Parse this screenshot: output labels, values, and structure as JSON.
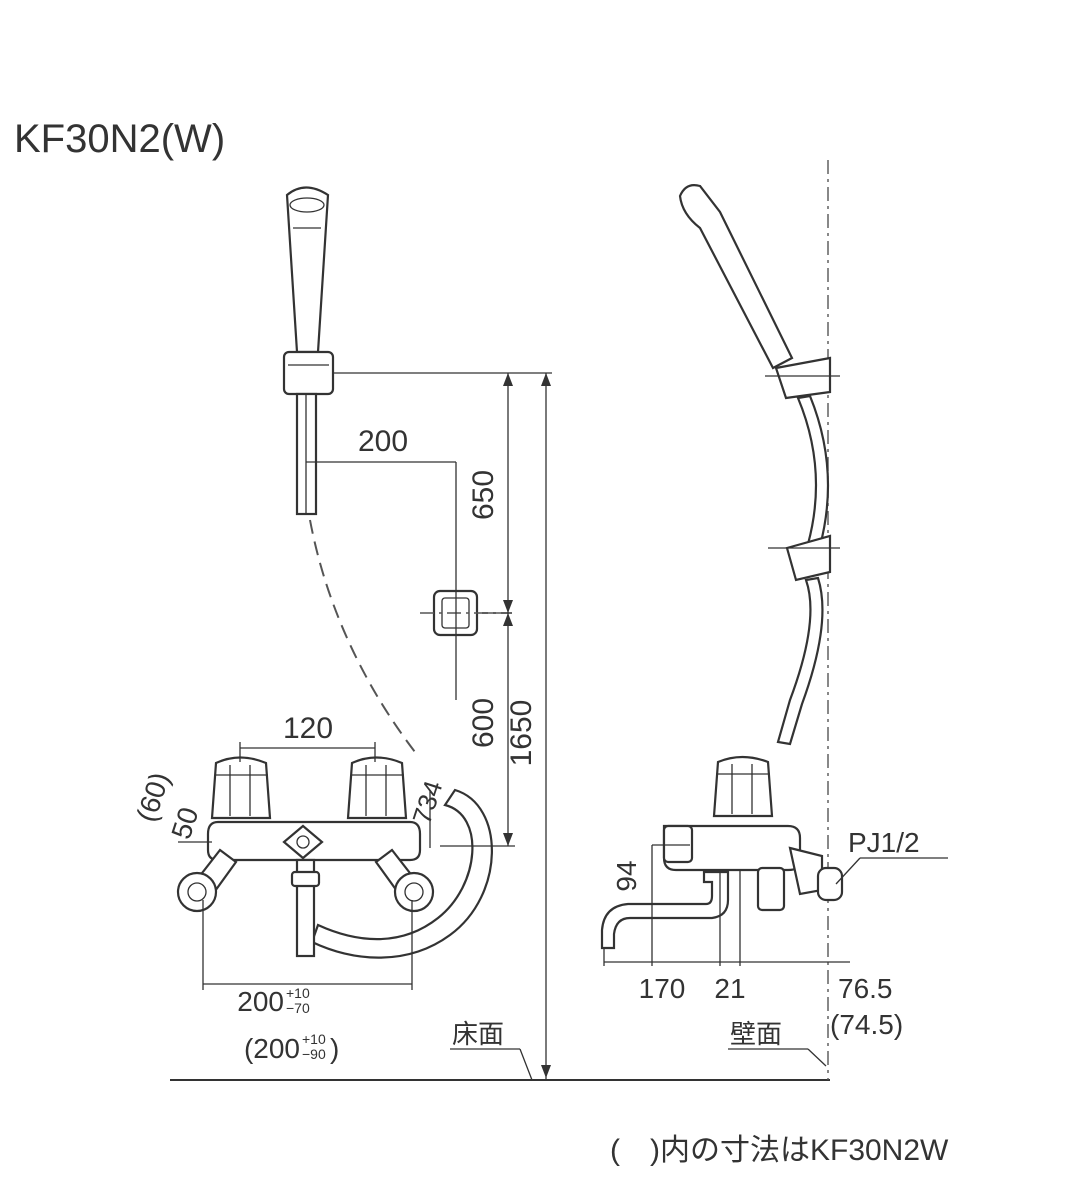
{
  "title": "KF30N2(W)",
  "front_view": {
    "dims": {
      "shower_offset": "200",
      "upper_height": "650",
      "lower_height": "600",
      "total_height": "1650",
      "handle_spacing": "120",
      "body_height": "50",
      "body_height_alt": "(60)",
      "spout_height": "734",
      "mount_spacing_main": "200",
      "mount_tol_main_upper": "+10",
      "mount_tol_main_lower": "−70",
      "mount_spacing_alt_open": "(200",
      "mount_tol_alt_upper": "+10",
      "mount_tol_alt_lower": "−90",
      "mount_spacing_alt_close": ")"
    },
    "floor_label": "床面"
  },
  "side_view": {
    "dims": {
      "pipe_thread": "PJ1/2",
      "spout_drop": "94",
      "spout_reach": "170",
      "connector": "21",
      "wall_offset": "76.5",
      "wall_offset_alt": "(74.5)"
    },
    "wall_label": "壁面"
  },
  "footnote": "(　)内の寸法はKF30N2W"
}
